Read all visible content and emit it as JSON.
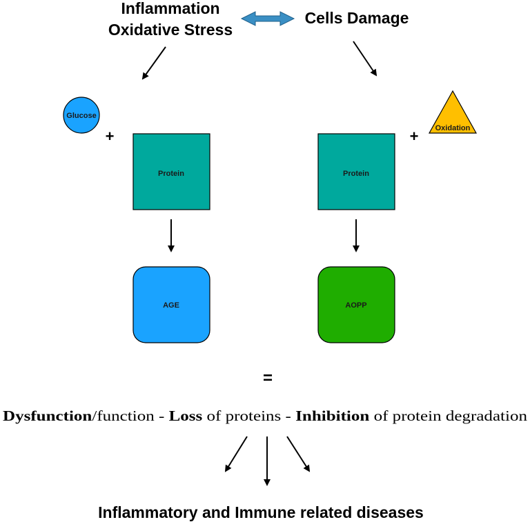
{
  "top": {
    "line1": "Inflammation",
    "line2": "Oxidative Stress",
    "right": "Cells Damage"
  },
  "left_branch": {
    "reactant": "Glucose",
    "plus": "+",
    "protein": "Protein",
    "product": "AGE"
  },
  "right_branch": {
    "reactant": "Oxidation",
    "plus": "+",
    "protein": "Protein",
    "product": "AOPP"
  },
  "equals": "=",
  "summary": {
    "b1": "Dysfunction",
    "t1": "/function - ",
    "b2": "Loss",
    "t2": " of proteins - ",
    "b3": "Inhibition",
    "t3": " of protein degradation"
  },
  "footer": "Inflammatory and Immune related diseases",
  "colors": {
    "protein": "#00a99d",
    "age": "#1aa3ff",
    "aopp": "#1fad00",
    "glucose": "#1aa3ff",
    "oxidation": "#ffbf00",
    "double_arrow": "#3a8fc4"
  }
}
